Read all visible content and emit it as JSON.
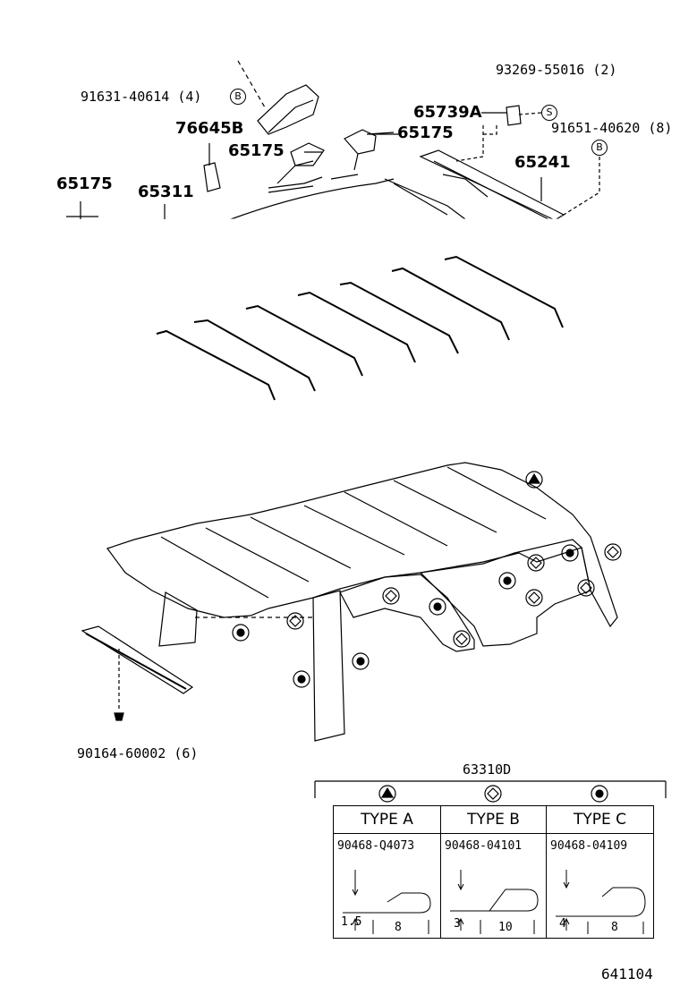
{
  "labels": {
    "p91631": "91631-40614 (4)",
    "p93269": "93269-55016 (2)",
    "p65739A": "65739A",
    "p76645B": "76645B",
    "p65175_a": "65175",
    "p65175_b": "65175",
    "p65175_c": "65175",
    "p91651": "91651-40620 (8)",
    "p65241": "65241",
    "p65311": "65311",
    "p90164": "90164-60002 (6)",
    "p63310D": "63310D",
    "page_code": "641104"
  },
  "callouts": {
    "b": "B",
    "s": "S"
  },
  "clip_table": {
    "columns": [
      {
        "type": "TYPE  A",
        "part": "90468-Q4073",
        "height": "1.5",
        "width": "8",
        "symbol": "triangle"
      },
      {
        "type": "TYPE  B",
        "part": "90468-04101",
        "height": "3",
        "width": "10",
        "symbol": "diamond"
      },
      {
        "type": "TYPE  C",
        "part": "90468-04109",
        "height": "4",
        "width": "8",
        "symbol": "dot"
      }
    ]
  }
}
